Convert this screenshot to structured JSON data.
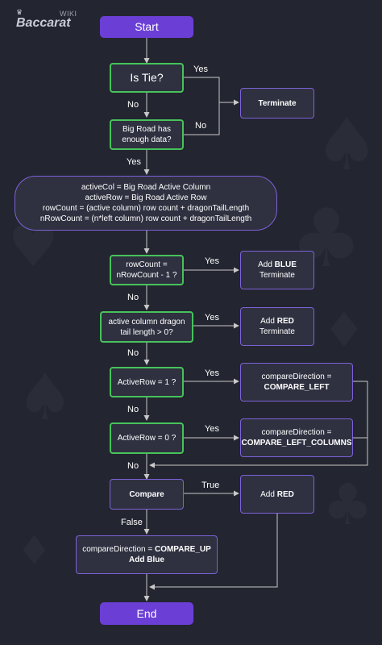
{
  "brand": {
    "logo_text": "Baccarat",
    "logo_sup": "WIKI"
  },
  "nodes": {
    "start": "Start",
    "is_tie": "Is Tie?",
    "terminate": "Terminate",
    "big_road_1": "Big Road has",
    "big_road_2": "enough data?",
    "assign_1": "activeCol = Big Road Active Column",
    "assign_2": "activeRow = Big Road Active Row",
    "assign_3": "rowCount = (active column) row count + dragonTailLength",
    "assign_4": "nRowCount = (n*left column) row count + dragonTailLength",
    "rowcount_1": "rowCount =",
    "rowcount_2": "nRowCount - 1 ?",
    "add_blue_prefix": "Add ",
    "add_blue_word": "BLUE",
    "add_blue_term": "Terminate",
    "dragon_1": "active column dragon",
    "dragon_2": "tail length > 0?",
    "add_red_prefix": "Add ",
    "add_red_word": "RED",
    "add_red_term": "Terminate",
    "activerow1": "ActiveRow = 1 ?",
    "cmp_left_1": "compareDirection =",
    "cmp_left_2": "COMPARE_LEFT",
    "activerow0": "ActiveRow = 0 ?",
    "cmp_leftcols_1": "compareDirection =",
    "cmp_leftcols_2": "COMPARE_LEFT_COLUMNS",
    "compare": "Compare",
    "add_red2_prefix": "Add ",
    "add_red2_word": "RED",
    "cmp_up_1": "compareDirection = ",
    "cmp_up_bold": "COMPARE_UP",
    "cmp_up_2": "Add Blue",
    "end": "End"
  },
  "edge_labels": {
    "yes_tie": "Yes",
    "no_tie": "No",
    "no_bigroad": "No",
    "yes_bigroad": "Yes",
    "yes_rowcount": "Yes",
    "no_rowcount": "No",
    "yes_dragon": "Yes",
    "no_dragon": "No",
    "yes_row1": "Yes",
    "no_row1": "No",
    "yes_row0": "Yes",
    "no_row0": "No",
    "true_compare": "True",
    "false_compare": "False"
  },
  "colors": {
    "background": "#232530",
    "terminal": "#6b3fd6",
    "decision_border_green": "#47c35b",
    "action_border_purple": "#7c62d8",
    "node_fill": "#2f3140",
    "connector": "#c8c8c8"
  }
}
